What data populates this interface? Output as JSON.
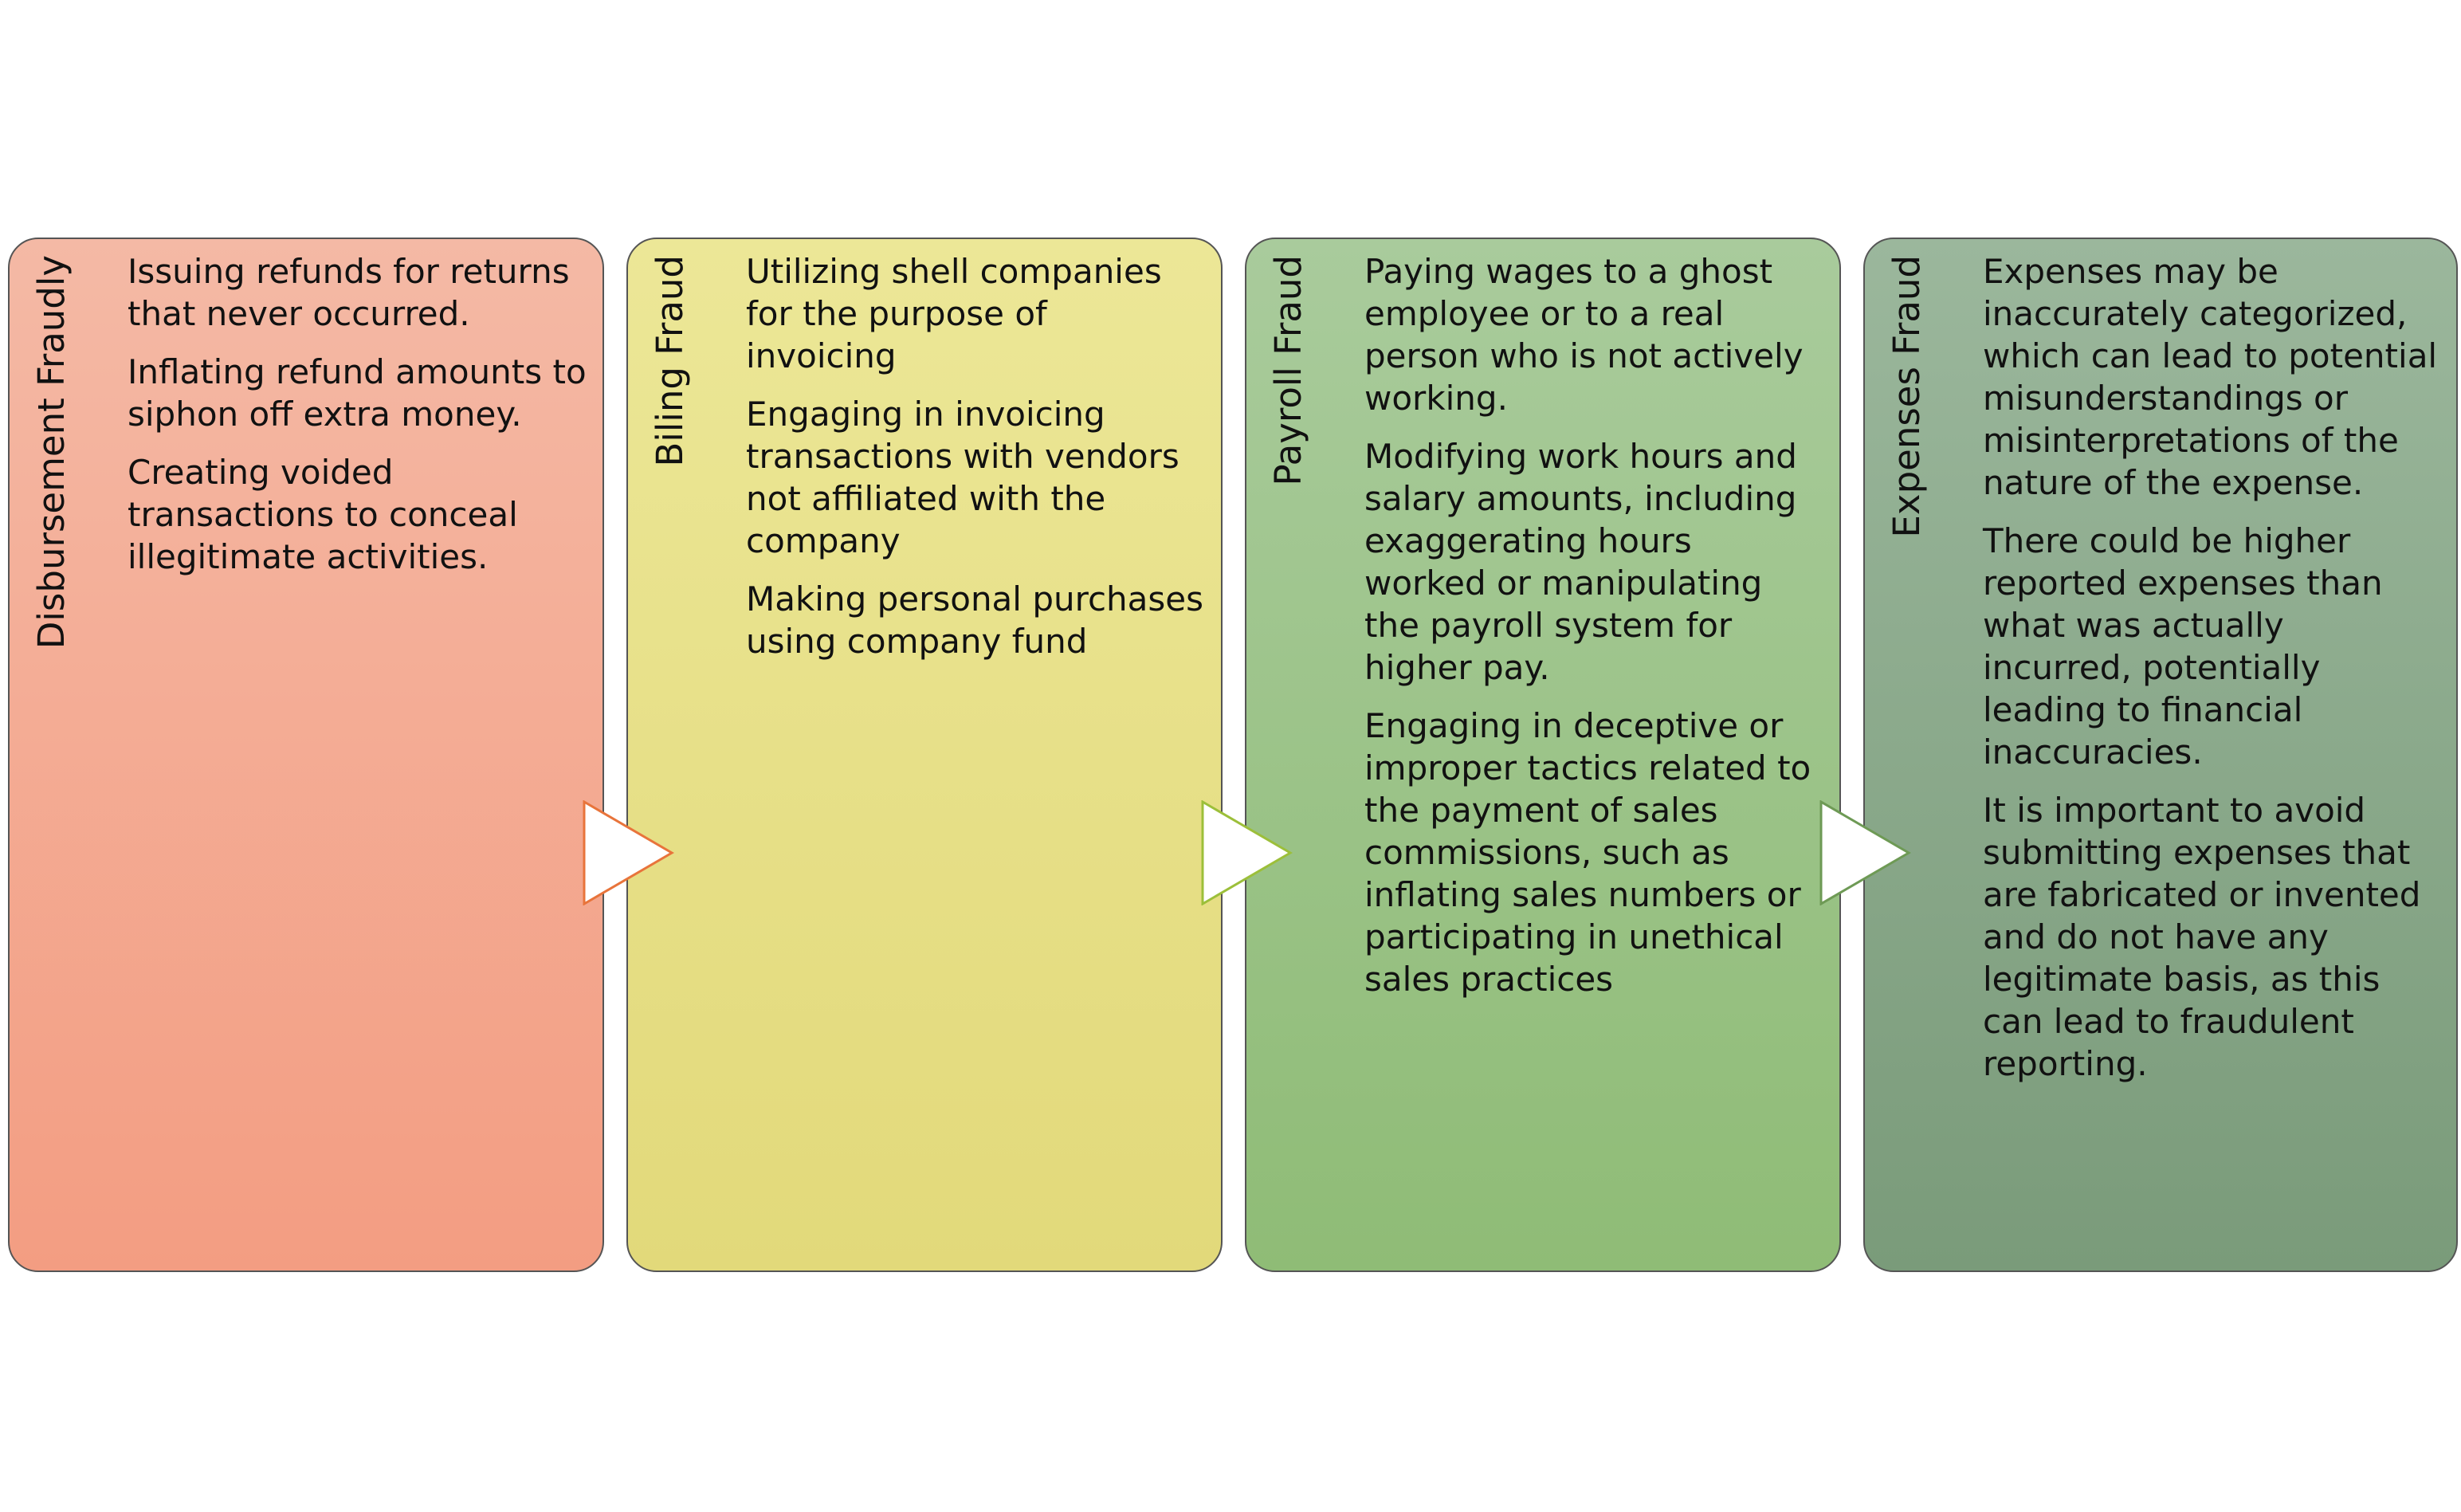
{
  "panels": [
    {
      "title": "Disbursement Fraudly",
      "items": [
        "Issuing refunds for returns that never occurred.",
        "Inflating refund amounts to siphon off extra money.",
        "Creating voided transactions to conceal illegitimate activities."
      ]
    },
    {
      "title": "Biling Fraud",
      "items": [
        "Utilizing shell companies for the purpose of invoicing",
        "Engaging in invoicing transactions with vendors not affiliated with the company",
        "Making personal purchases using company fund"
      ]
    },
    {
      "title": "Payroll Fraud",
      "items": [
        "Paying wages to a ghost employee or to a real person who is not actively working.",
        "Modifying work hours and salary amounts, including exaggerating hours worked or manipulating the payroll system for higher pay.",
        "Engaging in deceptive or improper tactics related to the payment of sales commissions,  such as inflating sales numbers or participating in unethical sales practices"
      ]
    },
    {
      "title": "Expenses Fraud",
      "items": [
        "Expenses may be inaccurately categorized, which can lead to potential misunderstandings or misinterpretations of the nature of the expense.",
        "There could be higher reported expenses than what was actually incurred, potentially leading to financial inaccuracies.",
        "It is important to avoid submitting expenses that are fabricated or invented and do not have any legitimate basis, as this can lead to fraudulent reporting."
      ]
    }
  ],
  "colors": {
    "arrow_borders": [
      "#e8743b",
      "#9cbf3a",
      "#6e9a55"
    ]
  }
}
